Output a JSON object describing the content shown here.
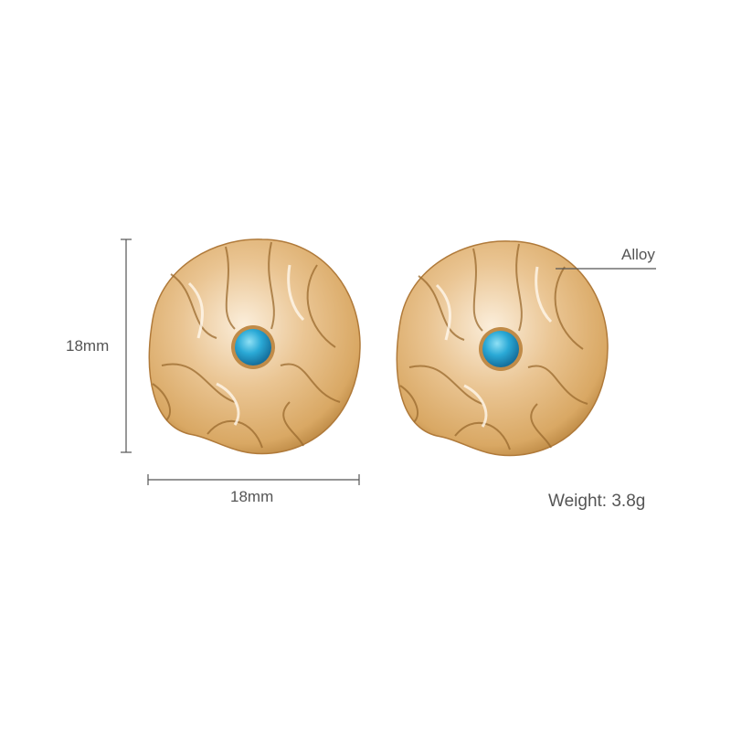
{
  "dimensions": {
    "height_label": "18mm",
    "width_label": "18mm"
  },
  "material": {
    "label": "Alloy"
  },
  "weight": {
    "label": "Weight: 3.8g"
  },
  "colors": {
    "gold": "#e2b878",
    "gold_light": "#f8e6c6",
    "gold_dark": "#a87436",
    "stone": "#2aa9d6",
    "line": "#555555"
  }
}
